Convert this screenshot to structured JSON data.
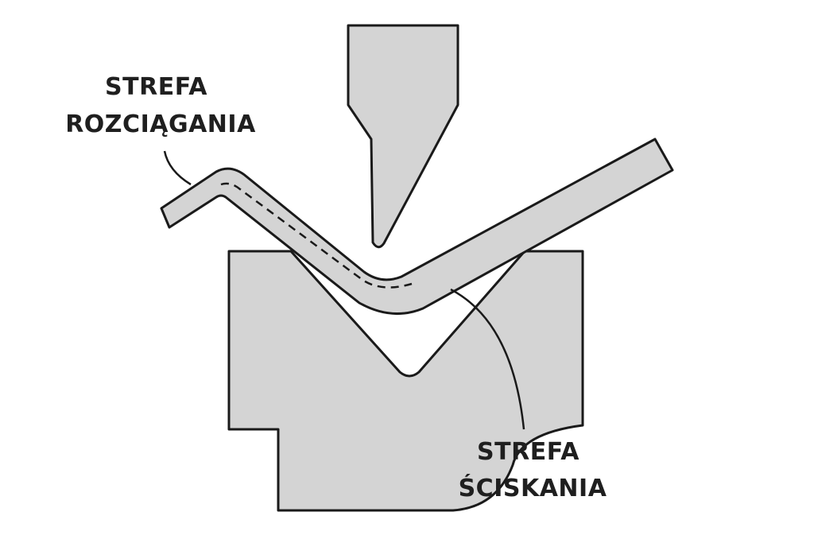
{
  "labels": {
    "tension_zone": {
      "line1": "STREFA",
      "line2": "ROZCIĄGANIA"
    },
    "compression_zone": {
      "line1": "STREFA",
      "line2": "ŚCISKANIA"
    }
  },
  "colors": {
    "metal_fill": "#d4d4d4",
    "outline": "#1a1a1a",
    "background": "#ffffff"
  }
}
